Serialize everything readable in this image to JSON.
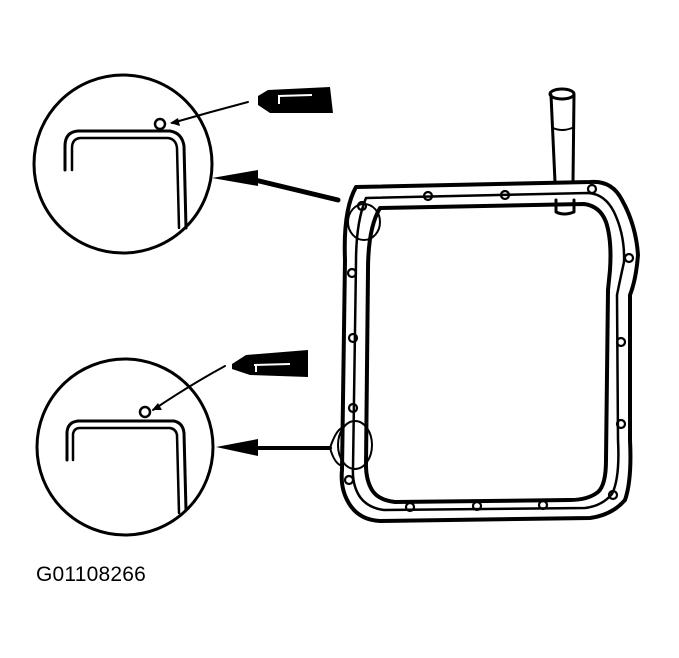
{
  "figure": {
    "id_label": "G01108266",
    "subject": "oil-pan-gasket-sealant-application",
    "colors": {
      "ink": "#000000",
      "background": "#ffffff"
    }
  },
  "components": {
    "oil_pan": {
      "icon": "oil-pan-outline",
      "has_filler_tube": true
    },
    "detail_views": [
      {
        "name": "detail-view-top",
        "shows": "sealant bead on flange corner",
        "points_to": "upper-left-corner"
      },
      {
        "name": "detail-view-bottom",
        "shows": "sealant bead on flange corner",
        "points_to": "lower-left-side"
      }
    ],
    "sealant_tubes": 2
  }
}
